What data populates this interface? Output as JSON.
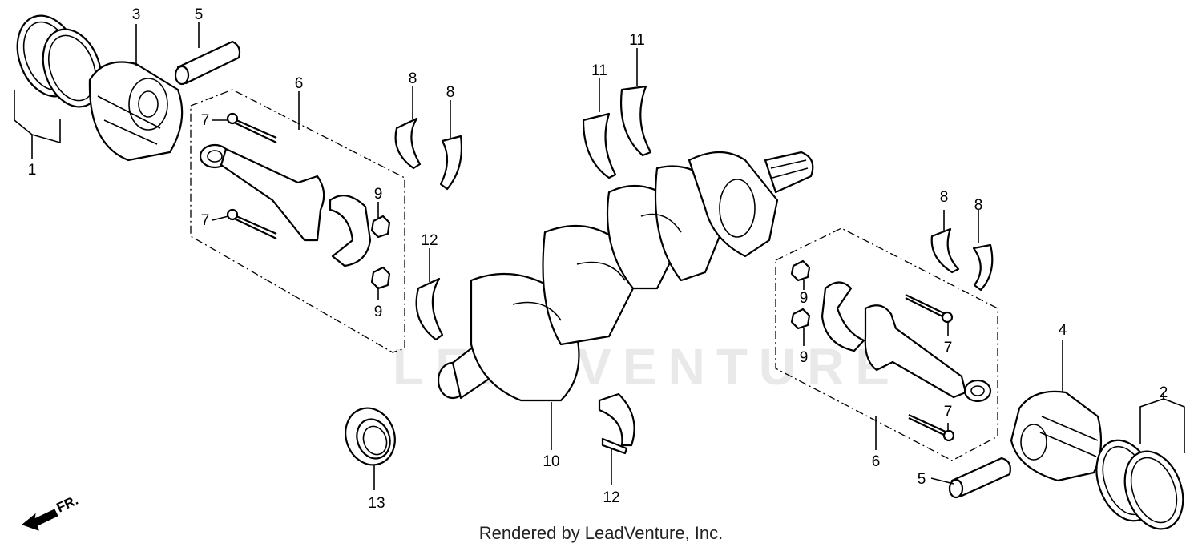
{
  "diagram": {
    "watermark": "LEADVENTURE",
    "credit": "Rendered by LeadVenture, Inc.",
    "direction_label": "FR.",
    "callouts": [
      "1",
      "2",
      "3",
      "4",
      "5",
      "5",
      "6",
      "6",
      "7",
      "7",
      "7",
      "7",
      "8",
      "8",
      "8",
      "8",
      "9",
      "9",
      "9",
      "9",
      "10",
      "11",
      "11",
      "12",
      "12",
      "13"
    ]
  }
}
